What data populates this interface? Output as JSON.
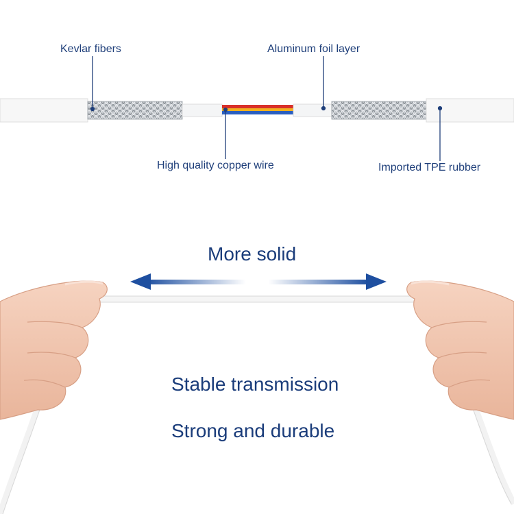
{
  "cable_diagram": {
    "labels": {
      "kevlar": "Kevlar fibers",
      "aluminum_foil": "Aluminum foil layer",
      "copper_wire": "High quality copper wire",
      "tpe_rubber": "Imported TPE rubber"
    }
  },
  "demo": {
    "headline": "More solid",
    "feature_1": "Stable transmission",
    "feature_2": "Strong and durable"
  },
  "colors": {
    "label_text": "#1f3f7a",
    "arrow": "#1e4fa0",
    "wire_red": "#d9302a",
    "wire_yellow": "#f0b020",
    "wire_blue": "#2a5fc0"
  }
}
